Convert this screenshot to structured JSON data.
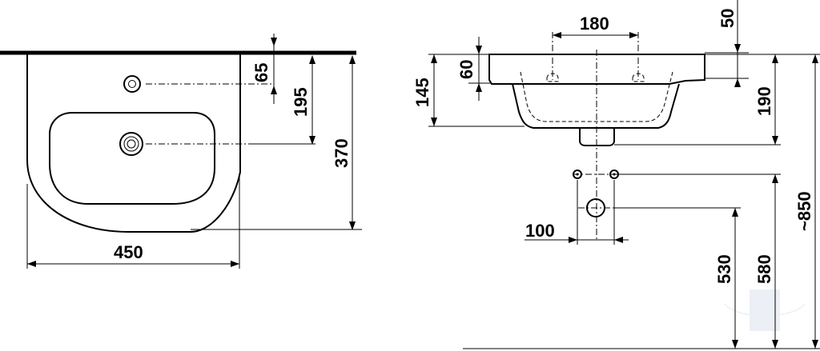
{
  "dimensions": {
    "width_450": "450",
    "depth_370": "370",
    "tap_hole_65": "65",
    "drain_195": "195",
    "spacing_180": "180",
    "top_50": "50",
    "rim_60": "60",
    "bowl_145": "145",
    "total_190": "190",
    "trap_100": "100",
    "supply_530": "530",
    "outlet_580": "580",
    "height_850": "~850"
  },
  "colors": {
    "line": "#000000",
    "watermark": "#c9d6e6"
  }
}
